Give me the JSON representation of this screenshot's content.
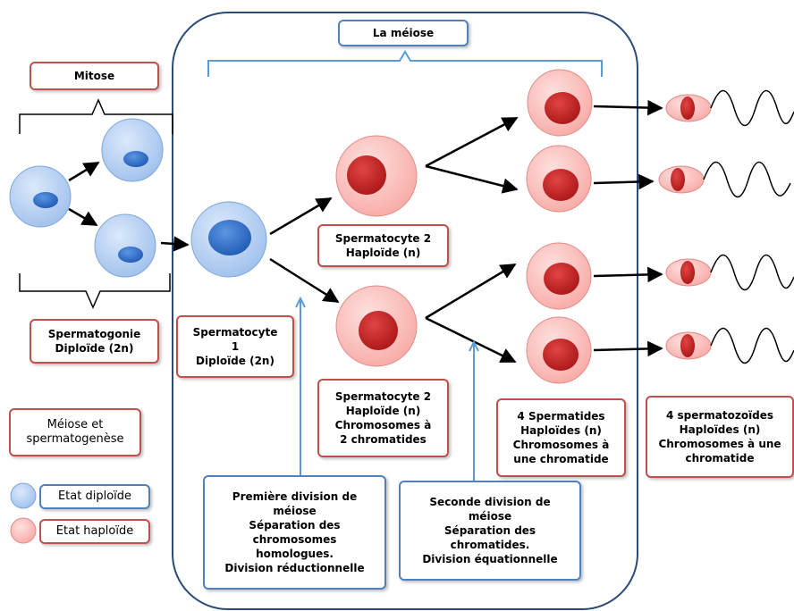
{
  "labels": {
    "meiose_title": "La méiose",
    "mitose_title": "Mitose",
    "spermatogonie": [
      "Spermatogonie",
      "Diploïde (2n)"
    ],
    "spermatocyte1": [
      "Spermatocyte",
      "1",
      "Diploïde (2n)"
    ],
    "spermatocyte2_top": [
      "Spermatocyte 2",
      "Haploïde (n)"
    ],
    "spermatocyte2_bottom": [
      "Spermatocyte 2",
      "Haploïde (n)",
      "Chromosomes à",
      "2 chromatides"
    ],
    "spermatides": [
      "4 Spermatides",
      "Haploïdes (n)",
      "Chromosomes à",
      "une chromatide"
    ],
    "spermatozoides": [
      "4 spermatozoïdes",
      "Haploïdes (n)",
      "Chromosomes à une",
      "chromatide"
    ],
    "premiere_division": [
      "Première division de",
      "méiose",
      "Séparation des",
      "chromosomes",
      "homologues.",
      "Division réductionnelle"
    ],
    "seconde_division": [
      "Seconde division de",
      "méiose",
      "Séparation des",
      "chromatides.",
      "Division équationnelle"
    ],
    "caption": [
      "Méiose et",
      "spermatogenèse"
    ]
  },
  "legend": {
    "diploid": "Etat diploïde",
    "haploid": "Etat haploïde"
  },
  "colors": {
    "diploid_cell": "#aecbf0",
    "diploid_nucleus": "#2f6fcf",
    "haploid_cell": "#fbc5c2",
    "haploid_nucleus": "#cc2222",
    "label_border_red": "#c0504d",
    "label_border_blue": "#4f81bd",
    "bracket": "#5b9bd5"
  }
}
